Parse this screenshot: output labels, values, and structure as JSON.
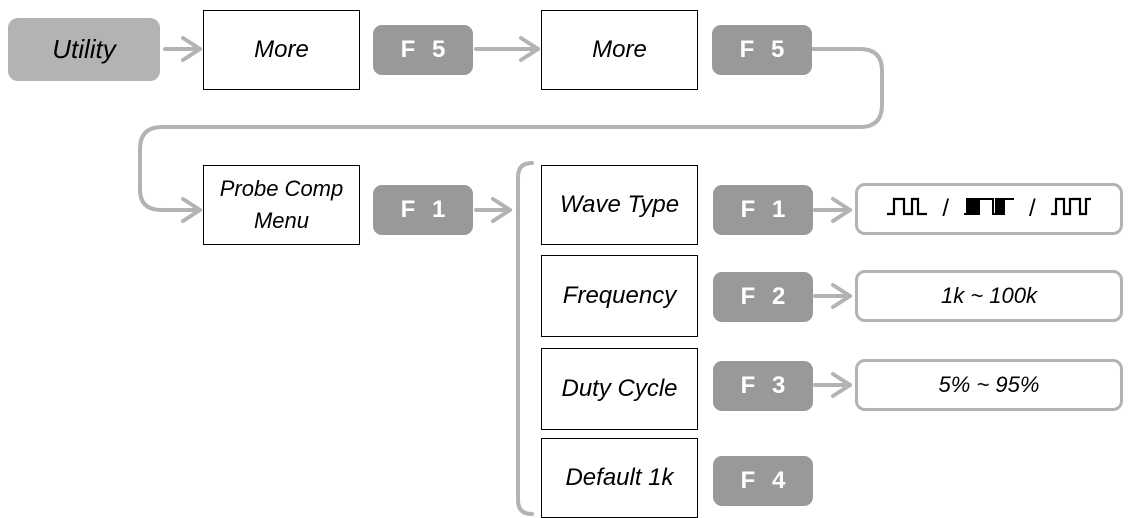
{
  "colors": {
    "key_fill": "#999999",
    "utility_fill": "#b3b3b3",
    "connector": "#b3b3b3",
    "box_border": "#000000"
  },
  "nodes": {
    "utility": "Utility",
    "more_1": "More",
    "key_f5_a": "F 5",
    "more_2": "More",
    "key_f5_b": "F 5",
    "probe_comp": "Probe Comp\nMenu",
    "key_f1_probe": "F 1"
  },
  "submenu": [
    {
      "label": "Wave Type",
      "key": "F 1",
      "value": ""
    },
    {
      "label": "Frequency",
      "key": "F 2",
      "value": "1k ~ 100k"
    },
    {
      "label": "Duty Cycle",
      "key": "F 3",
      "value": "5% ~ 95%"
    },
    {
      "label": "Default 1k",
      "key": "F 4",
      "value": ""
    }
  ],
  "wave_separator": "/",
  "wave_icons": [
    "square-wave-normal-icon",
    "square-wave-dense-icon",
    "square-wave-alt-icon"
  ]
}
